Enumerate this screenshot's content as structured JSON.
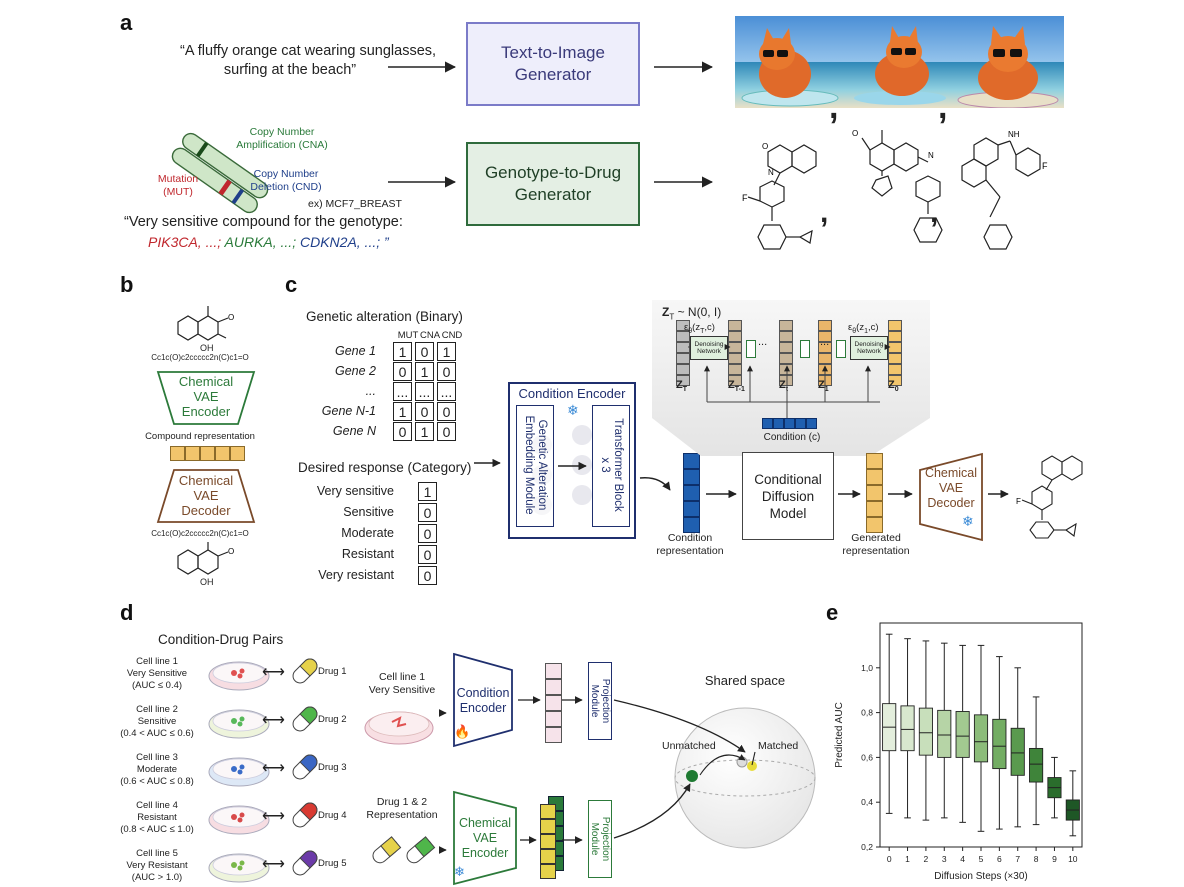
{
  "panels": {
    "a": "a",
    "b": "b",
    "c": "c",
    "d": "d",
    "e": "e"
  },
  "a": {
    "prompt_line1": "“A fluffy orange cat wearing sunglasses,",
    "prompt_line2": "surfing at the beach”",
    "t2i_line1": "Text-to-Image",
    "t2i_line2": "Generator",
    "g2d_line1": "Genotype-to-Drug",
    "g2d_line2": "Generator",
    "cna_line1": "Copy Number",
    "cna_line2": "Amplification (CNA)",
    "mut_line1": "Mutation",
    "mut_line2": "(MUT)",
    "cnd_line1": "Copy Number",
    "cnd_line2": "Deletion (CND)",
    "cellline": "ex) MCF7_BREAST",
    "genotype_prompt": "“Very sensitive compound for the genotype:",
    "gene1": "PIK3CA, ...;",
    "gene2": "AURKA, ...;",
    "gene3": "CDKN2A, ...; ”",
    "comma": ","
  },
  "b": {
    "smiles_top": "Cc1c(O)c2ccccc2n(C)c1=O",
    "oh_top": "OH",
    "encoder_line1": "Chemical",
    "encoder_line2": "VAE",
    "encoder_line3": "Encoder",
    "compound_rep": "Compound representation",
    "decoder_line1": "Chemical",
    "decoder_line2": "VAE",
    "decoder_line3": "Decoder",
    "smiles_bottom": "Cc1c(O)c2ccccc2n(C)c1=O",
    "oh_bottom": "OH"
  },
  "c": {
    "genetic_title": "Genetic alteration (Binary)",
    "col_headers": [
      "MUT",
      "CNA",
      "CND"
    ],
    "genes": [
      "Gene 1",
      "Gene 2",
      "...",
      "Gene N-1",
      "Gene N"
    ],
    "gene_matrix": [
      [
        "1",
        "0",
        "1"
      ],
      [
        "0",
        "1",
        "0"
      ],
      [
        "...",
        "...",
        "..."
      ],
      [
        "1",
        "0",
        "0"
      ],
      [
        "0",
        "1",
        "0"
      ]
    ],
    "response_title": "Desired response (Category)",
    "responses": [
      "Very sensitive",
      "Sensitive",
      "Moderate",
      "Resistant",
      "Very resistant"
    ],
    "response_values": [
      "1",
      "0",
      "0",
      "0",
      "0"
    ],
    "condition_encoder": "Condition Encoder",
    "genetic_module_line1": "Genetic Alteration",
    "genetic_module_line2": "Embedding Module",
    "transformer_line1": "Transformer Block",
    "transformer_line2": "x 3",
    "condition_rep_line1": "Condition",
    "condition_rep_line2": "representation",
    "zt_noise": "Z",
    "zt_noise_sub": "T",
    "zt_noise_rest": "~ N(0, I)",
    "eps1": "ε",
    "eps1_args": "(z",
    "eps1_sub": "T",
    "eps1_end": ",c)",
    "eps2_args": "(z",
    "eps2_sub": "1",
    "eps2_end": ",c)",
    "theta": "θ",
    "denoise_line1": "Denoising",
    "denoise_line2": "Network",
    "z_labels": [
      "Z",
      "Z",
      "Z",
      "Z",
      "Z"
    ],
    "z_subs": [
      "T",
      "T-1",
      "t",
      "1",
      "0"
    ],
    "ellipsis": "...",
    "condition_c": "Condition (c)",
    "diffusion_line1": "Conditional",
    "diffusion_line2": "Diffusion",
    "diffusion_line3": "Model",
    "generated_line1": "Generated",
    "generated_line2": "representation",
    "decoder_line1": "Chemical",
    "decoder_line2": "VAE",
    "decoder_line3": "Decoder"
  },
  "d": {
    "title": "Condition-Drug Pairs",
    "cell_lines": [
      {
        "l1": "Cell line 1",
        "l2": "Very Sensitive",
        "l3": "(AUC ≤ 0.4)",
        "drug": "Drug 1",
        "dish": "#e05050",
        "pill": "#e6d24a"
      },
      {
        "l1": "Cell line 2",
        "l2": "Sensitive",
        "l3": "(0.4 < AUC ≤ 0.6)",
        "drug": "Drug 2",
        "dish": "#58b85a",
        "pill": "#4fb64a"
      },
      {
        "l1": "Cell line 3",
        "l2": "Moderate",
        "l3": "(0.6 < AUC ≤ 0.8)",
        "drug": "Drug 3",
        "dish": "#3a6cc8",
        "pill": "#3a66c4"
      },
      {
        "l1": "Cell line 4",
        "l2": "Resistant",
        "l3": "(0.8 < AUC ≤ 1.0)",
        "drug": "Drug 4",
        "dish": "#d84a4a",
        "pill": "#d83a32"
      },
      {
        "l1": "Cell line 5",
        "l2": "Very Resistant",
        "l3": "(AUC > 1.0)",
        "drug": "Drug 5",
        "dish": "#7ab84a",
        "pill": "#6b3aa8"
      }
    ],
    "cl1_line1": "Cell line 1",
    "cl1_line2": "Very Sensitive",
    "cond_enc_line1": "Condition",
    "cond_enc_line2": "Encoder",
    "proj_line1": "Projection",
    "proj_line2": "Module",
    "drug_rep_line1": "Drug 1 & 2",
    "drug_rep_line2": "Representation",
    "chem_enc_line1": "Chemical",
    "chem_enc_line2": "VAE",
    "chem_enc_line3": "Encoder",
    "shared_space": "Shared space",
    "unmatched": "Unmatched",
    "matched": "Matched"
  },
  "chart_data": {
    "type": "box",
    "xlabel": "Diffusion Steps (×30)",
    "ylabel": "Predicted AUC",
    "categories": [
      "0",
      "1",
      "2",
      "3",
      "4",
      "5",
      "6",
      "7",
      "8",
      "9",
      "10"
    ],
    "yticks": [
      "0,2",
      "0,4",
      "0,6",
      "0,8",
      "1,0"
    ],
    "ylim": [
      0.2,
      1.2
    ],
    "boxes": [
      {
        "x": "0",
        "whislo": 0.35,
        "q1": 0.63,
        "med": 0.735,
        "q3": 0.84,
        "whishi": 1.15,
        "color": "#e3eedc"
      },
      {
        "x": "1",
        "whislo": 0.33,
        "q1": 0.63,
        "med": 0.725,
        "q3": 0.83,
        "whishi": 1.13,
        "color": "#d8e8ce"
      },
      {
        "x": "2",
        "whislo": 0.32,
        "q1": 0.61,
        "med": 0.71,
        "q3": 0.82,
        "whishi": 1.12,
        "color": "#c8dfbb"
      },
      {
        "x": "3",
        "whislo": 0.33,
        "q1": 0.6,
        "med": 0.7,
        "q3": 0.81,
        "whishi": 1.11,
        "color": "#b6d4a6"
      },
      {
        "x": "4",
        "whislo": 0.31,
        "q1": 0.6,
        "med": 0.695,
        "q3": 0.805,
        "whishi": 1.1,
        "color": "#a2c990"
      },
      {
        "x": "5",
        "whislo": 0.27,
        "q1": 0.58,
        "med": 0.67,
        "q3": 0.79,
        "whishi": 1.1,
        "color": "#8cbc7a"
      },
      {
        "x": "6",
        "whislo": 0.28,
        "q1": 0.55,
        "med": 0.65,
        "q3": 0.77,
        "whishi": 1.05,
        "color": "#73ad63"
      },
      {
        "x": "7",
        "whislo": 0.29,
        "q1": 0.52,
        "med": 0.62,
        "q3": 0.73,
        "whishi": 1.0,
        "color": "#5a9a4e"
      },
      {
        "x": "8",
        "whislo": 0.3,
        "q1": 0.49,
        "med": 0.57,
        "q3": 0.64,
        "whishi": 0.87,
        "color": "#3f843a"
      },
      {
        "x": "9",
        "whislo": 0.33,
        "q1": 0.42,
        "med": 0.465,
        "q3": 0.51,
        "whishi": 0.6,
        "color": "#2a6d2c"
      },
      {
        "x": "10",
        "whislo": 0.25,
        "q1": 0.32,
        "med": 0.365,
        "q3": 0.41,
        "whishi": 0.54,
        "color": "#1e5726"
      }
    ]
  },
  "colors": {
    "t2i_border": "#7b7bc8",
    "t2i_fill": "#eeeefb",
    "g2d_border": "#2f6b3c",
    "g2d_fill": "#e4efe4",
    "encoder_green": "#2c7a3a",
    "decoder_brown": "#7a4a2a",
    "condition_encoder": "#1f2f6e",
    "rep_blue": "#1f5fb0",
    "rep_orange": "#f2c56c",
    "red_gene": "#c0272d",
    "green_gene": "#2a7a3a",
    "blue_gene": "#1f3f8a"
  }
}
